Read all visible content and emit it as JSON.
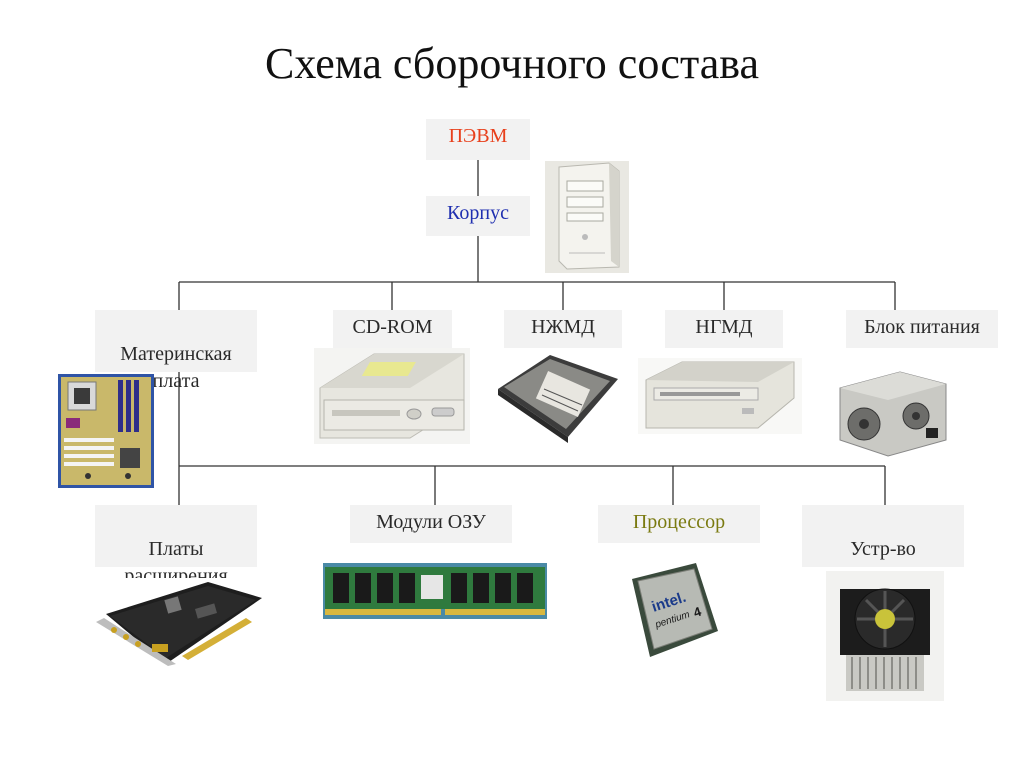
{
  "title": "Схема сборочного состава",
  "colors": {
    "root": "#e8401c",
    "case": "#1f2fb0",
    "leaf": "#2a2a2a",
    "processor": "#7a7a10",
    "connector": "#333333"
  },
  "nodes": {
    "root": "ПЭВМ",
    "case": "Корпус",
    "motherboard": "Материнская\nплата",
    "cdrom": "CD-ROM",
    "hdd": "НЖМД",
    "fdd": "НГМД",
    "psu": "Блок питания",
    "expansion": "Платы\nрасширения",
    "ram": "Модули ОЗУ",
    "cpu": "Процессор",
    "cooler": "Устр-во\nохлаждения"
  },
  "images": {
    "case": "pc-tower-icon",
    "motherboard": "motherboard-icon",
    "cdrom": "cdrom-drive-icon",
    "hdd": "hard-disk-icon",
    "fdd": "floppy-drive-icon",
    "psu": "power-supply-icon",
    "expansion": "sound-card-icon",
    "ram": "ram-module-icon",
    "cpu": "cpu-chip-icon",
    "cooler": "cpu-cooler-icon"
  },
  "cpu_logo": {
    "brand": "intel.",
    "model": "pentium",
    "version": "4"
  }
}
